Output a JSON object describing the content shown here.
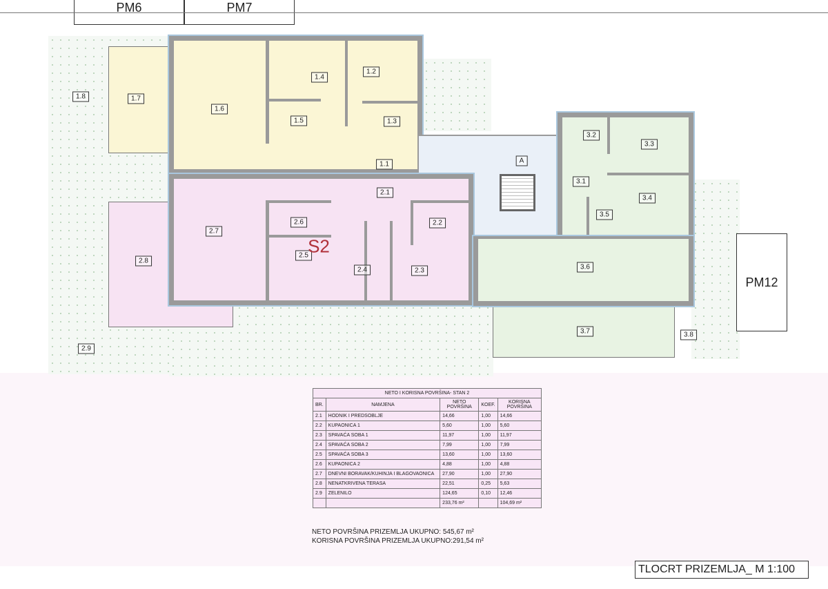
{
  "parking": [
    "PM6",
    "PM7",
    "PM12"
  ],
  "rooms": {
    "r1_8": "1.8",
    "r1_7": "1.7",
    "r1_6": "1.6",
    "r1_4": "1.4",
    "r1_2": "1.2",
    "r1_5": "1.5",
    "r1_3": "1.3",
    "r1_1": "1.1",
    "stair": "A",
    "r3_2": "3.2",
    "r3_3": "3.3",
    "r3_1": "3.1",
    "r3_4": "3.4",
    "r3_5": "3.5",
    "r3_6": "3.6",
    "r3_7": "3.7",
    "r3_8": "3.8",
    "r2_1": "2.1",
    "r2_6": "2.6",
    "r2_2": "2.2",
    "r2_7": "2.7",
    "r2_5": "2.5",
    "r2_4": "2.4",
    "r2_3": "2.3",
    "r2_8": "2.8",
    "r2_9": "2.9"
  },
  "apartment_mark": "S2",
  "colors": {
    "apartment1": "#fbf6d5",
    "apartment2": "#f7e3f3",
    "apartment3": "#e8f3e3",
    "stair_hall": "#eaf0f8"
  },
  "table": {
    "title": "NETO I KORISNA POVRŠINA- STAN 2",
    "headers": [
      "BR.",
      "NAMJENA",
      "NETO POVRŠINA",
      "KOEF.",
      "KORISNA POVRŠINA"
    ],
    "rows": [
      [
        "2.1",
        "HODNIK I PREDSOBLJE",
        "14,66",
        "1,00",
        "14,66"
      ],
      [
        "2.2",
        "KUPAONICA 1",
        "5,60",
        "1,00",
        "5,60"
      ],
      [
        "2.3",
        "SPAVAĆA SOBA 1",
        "11,97",
        "1,00",
        "11,97"
      ],
      [
        "2.4",
        "SPAVAĆA SOBA 2",
        "7,99",
        "1,00",
        "7,99"
      ],
      [
        "2.5",
        "SPAVAĆA SOBA 3",
        "13,60",
        "1,00",
        "13,60"
      ],
      [
        "2.6",
        "KUPAONICA 2",
        "4,88",
        "1,00",
        "4,88"
      ],
      [
        "2.7",
        "DNEVNI BORAVAK/KUHINJA I BLAGOVAONICA",
        "27,90",
        "1,00",
        "27,90"
      ],
      [
        "2.8",
        "NENATKRIVENA TERASA",
        "22,51",
        "0,25",
        "5,63"
      ],
      [
        "2.9",
        "ZELENILO",
        "124,65",
        "0,10",
        "12,46"
      ],
      [
        "",
        "",
        "233,76 m²",
        "",
        "104,69 m²"
      ]
    ]
  },
  "totals": {
    "neto": "NETO POVRŠINA PRIZEMLJA UKUPNO: 545,67 m²",
    "korisna": "KORISNA POVRŠINA PRIZEMLJA UKUPNO:291,54 m²"
  },
  "drawing_title": "TLOCRT PRIZEMLJA_ M 1:100"
}
